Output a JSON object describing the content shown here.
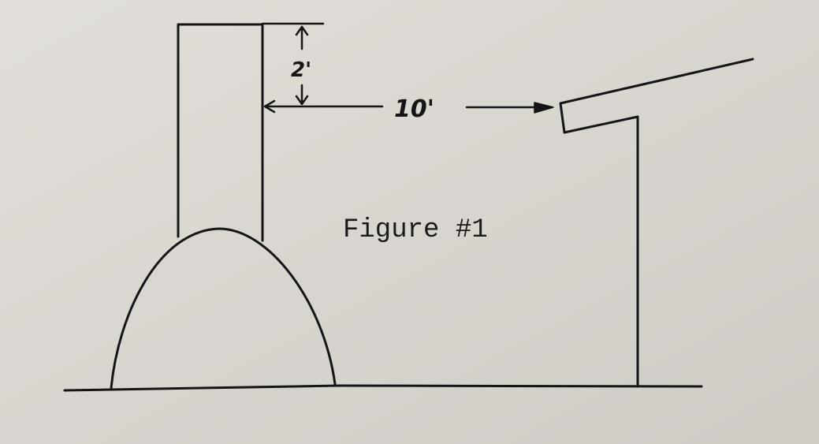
{
  "figure": {
    "caption": "Figure #1",
    "dimension_vertical": "2'",
    "dimension_horizontal": "10'"
  },
  "colors": {
    "paper": "#dcd9d4",
    "ink": "#151515"
  }
}
